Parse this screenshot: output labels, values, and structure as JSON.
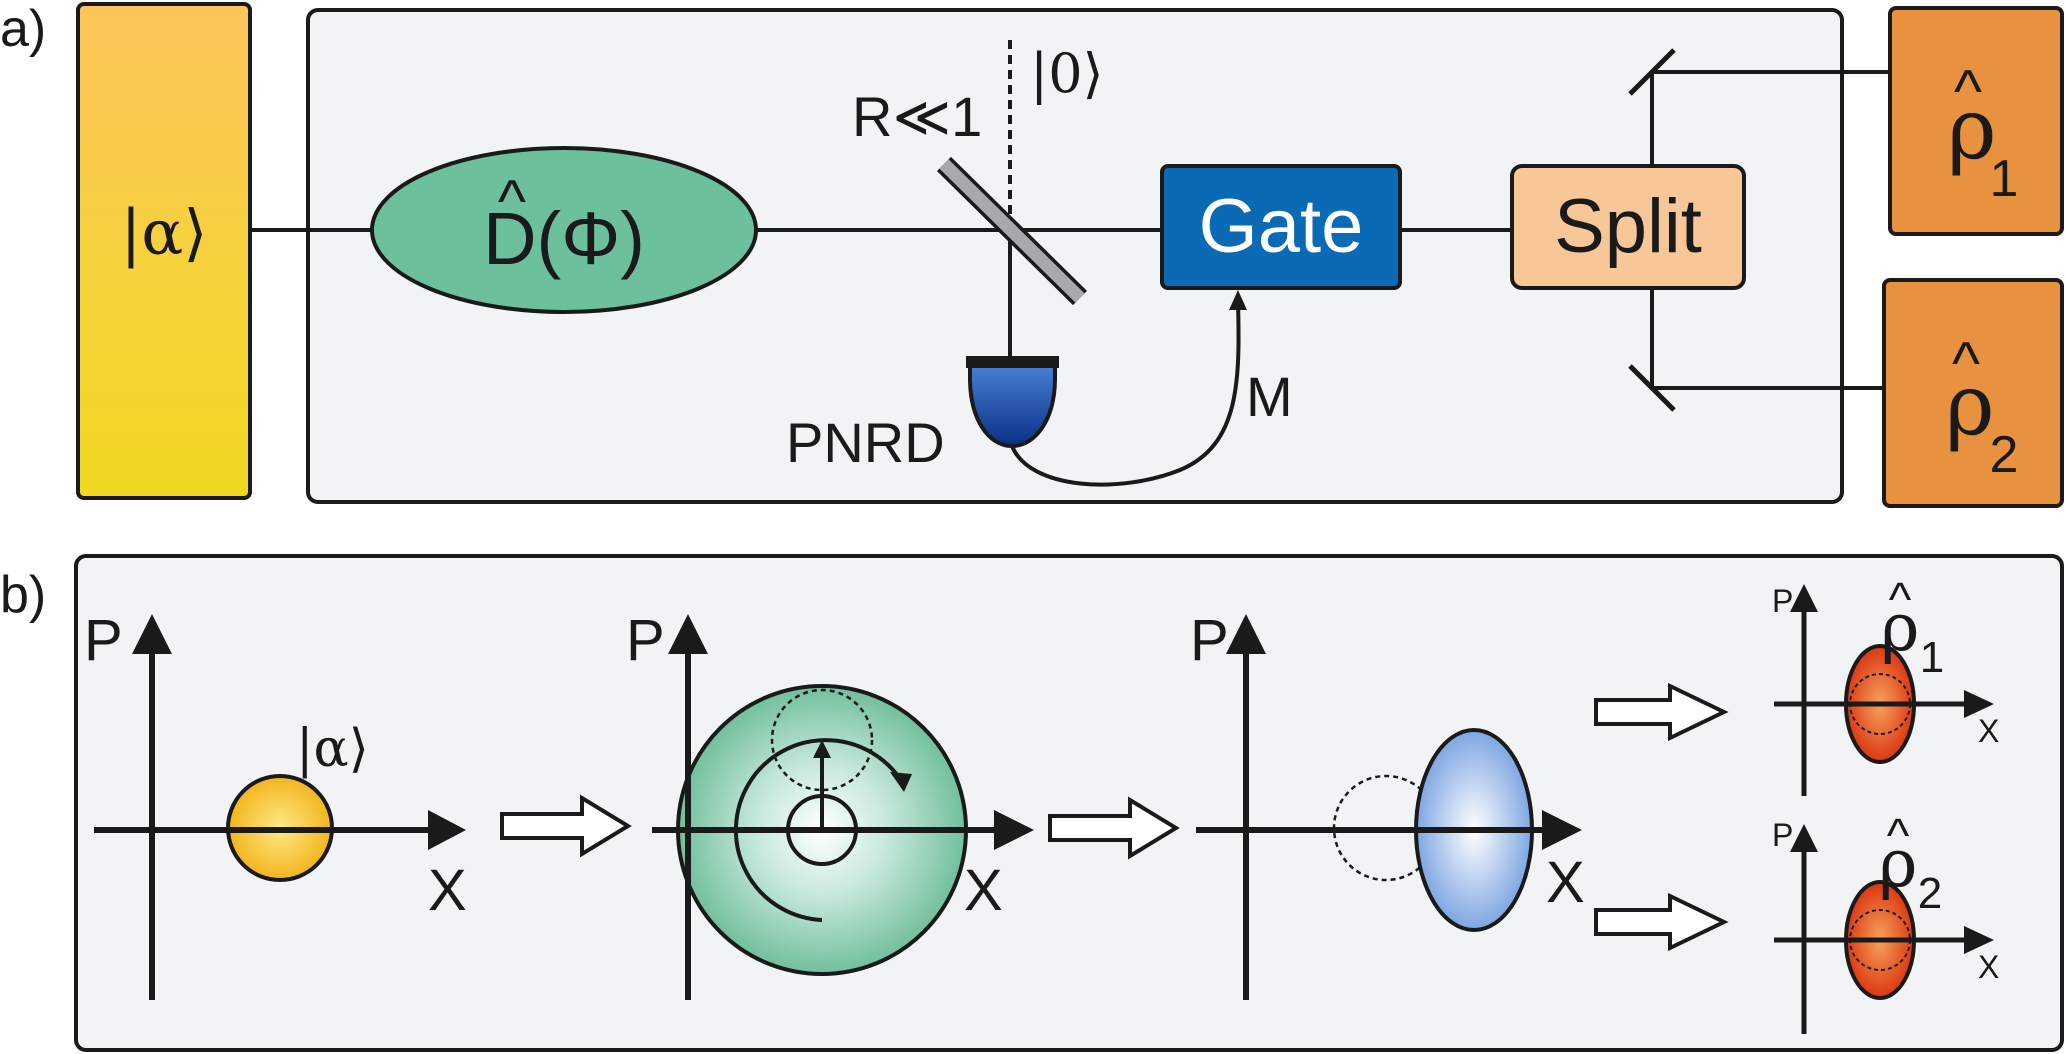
{
  "panel_a": {
    "label": "a)",
    "source": {
      "label": "|α⟩"
    },
    "displacement": {
      "label": "D(Φ)",
      "hat": "^"
    },
    "beamsplitter": {
      "label": "R≪1",
      "vacuum_label": "|0⟩"
    },
    "detector": {
      "label": "PNRD"
    },
    "measurement": {
      "label": "M"
    },
    "gate": {
      "label": "Gate"
    },
    "split": {
      "label": "Split"
    },
    "output1": {
      "symbol": "ρ",
      "index": "1",
      "hat": "^"
    },
    "output2": {
      "symbol": "ρ",
      "index": "2",
      "hat": "^"
    }
  },
  "panel_b": {
    "label": "b)",
    "plot1": {
      "p_label": "P",
      "x_label": "X",
      "state_label": "|α⟩"
    },
    "plot2": {
      "p_label": "P",
      "x_label": "X"
    },
    "plot3": {
      "p_label": "P",
      "x_label": "X"
    },
    "plot4": {
      "p_label": "P",
      "x_label": "X",
      "symbol": "ρ",
      "index": "1",
      "hat": "^"
    },
    "plot5": {
      "p_label": "P",
      "x_label": "X",
      "symbol": "ρ",
      "index": "2",
      "hat": "^"
    }
  },
  "colors": {
    "source_yellow": "#f2d41f",
    "displacement_green": "#6dc19b",
    "gate_blue": "#0a6ab5",
    "split_peach": "#f7c797",
    "output_orange": "#e8913e",
    "detector_blue": "#1a4fa8",
    "state_red": "#e03a17",
    "squeezed_blue": "#7fa6e0"
  }
}
